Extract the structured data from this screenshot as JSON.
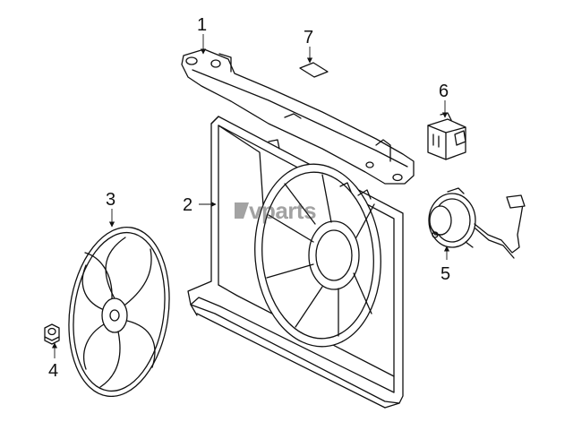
{
  "watermark": "vparts",
  "callouts": [
    {
      "number": "1",
      "part": "fan-shroud-bracket"
    },
    {
      "number": "2",
      "part": "fan-shroud"
    },
    {
      "number": "3",
      "part": "fan-blade"
    },
    {
      "number": "4",
      "part": "nut"
    },
    {
      "number": "5",
      "part": "fan-motor"
    },
    {
      "number": "6",
      "part": "resistor-relay"
    },
    {
      "number": "7",
      "part": "label"
    }
  ]
}
